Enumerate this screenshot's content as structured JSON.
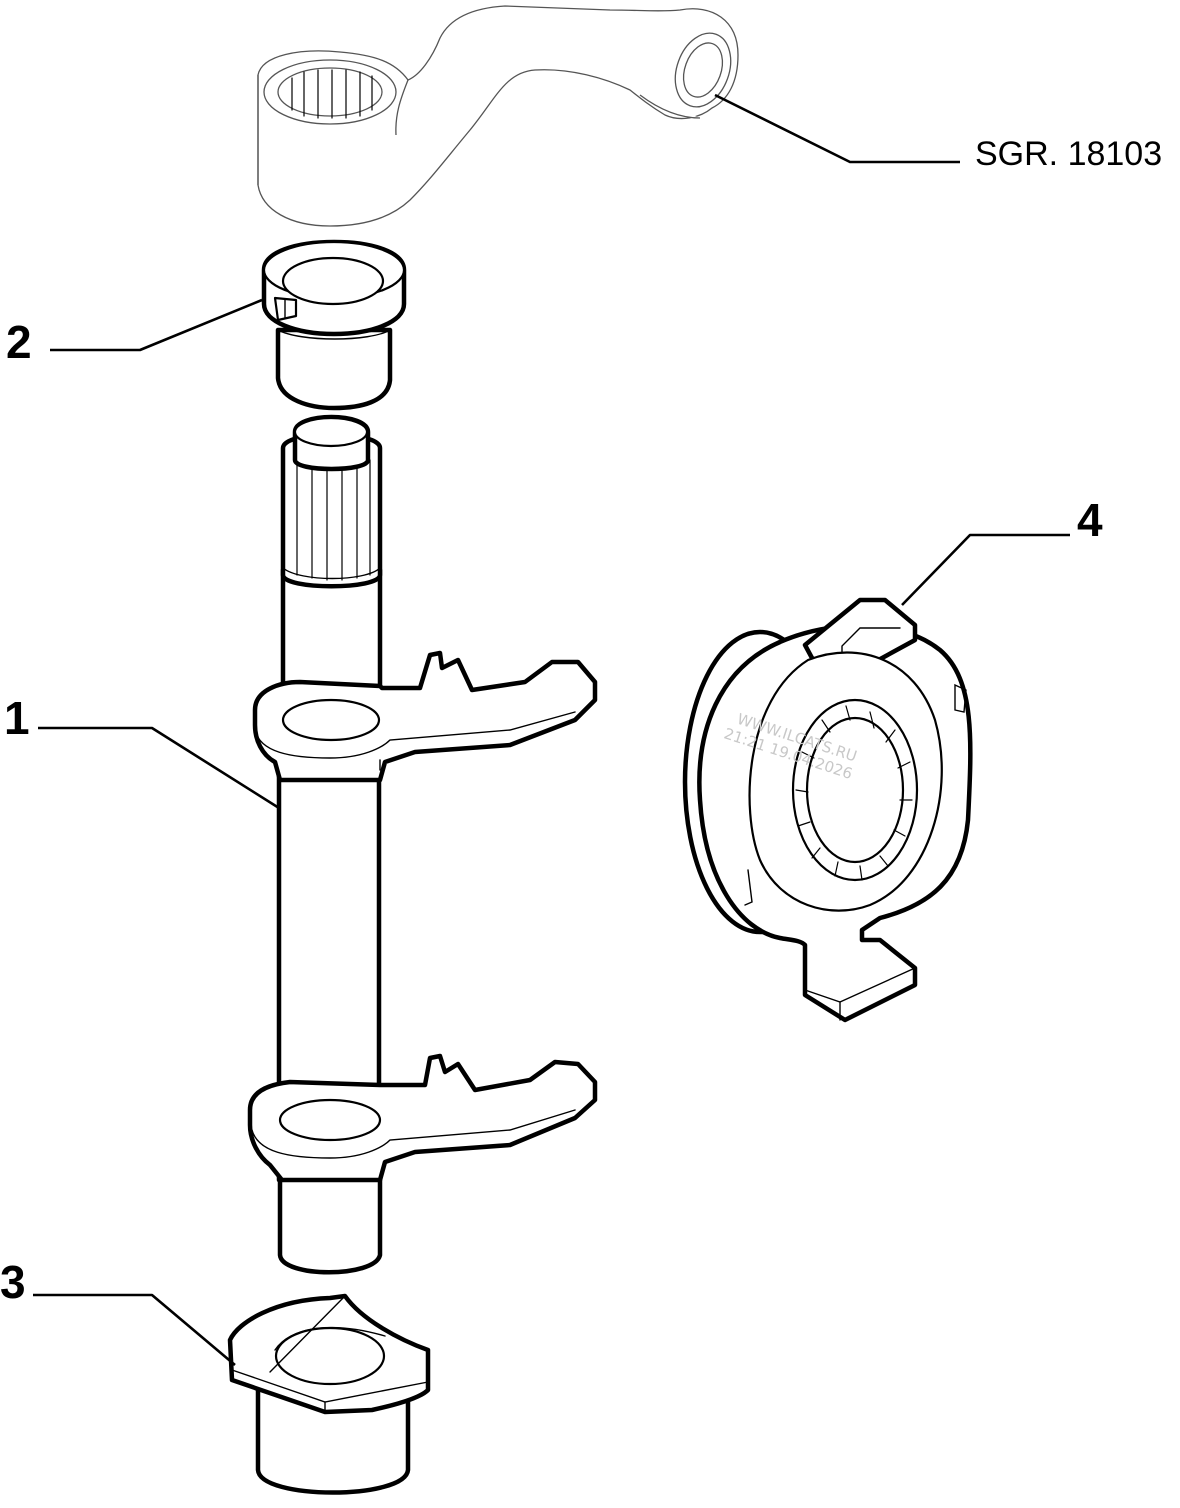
{
  "diagram": {
    "reference_label": "SGR. 18103",
    "callouts": [
      {
        "id": "1",
        "label": "1"
      },
      {
        "id": "2",
        "label": "2"
      },
      {
        "id": "3",
        "label": "3"
      },
      {
        "id": "4",
        "label": "4"
      }
    ],
    "watermark": {
      "line1": "WWW.ILCATS.RU",
      "line2": "21:21 19.04.2026"
    }
  }
}
